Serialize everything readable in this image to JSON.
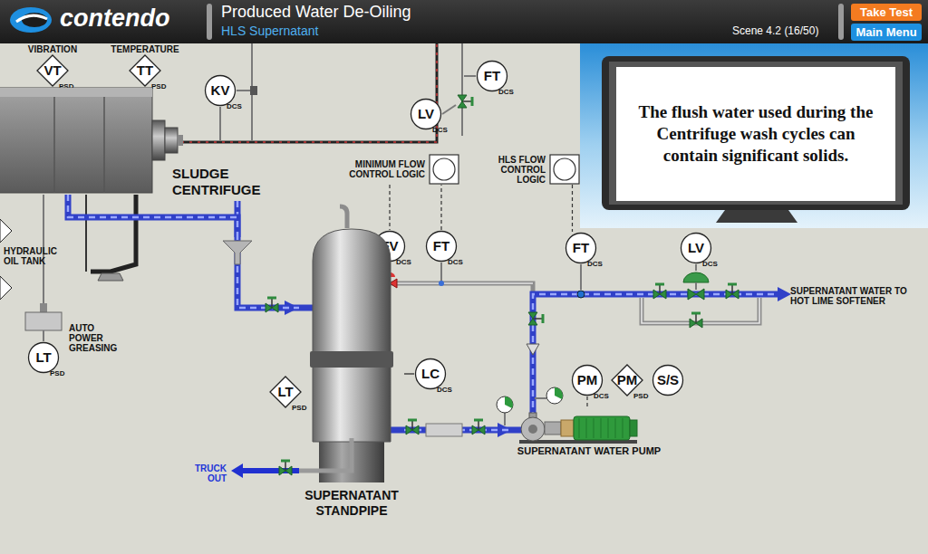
{
  "diagram": {
    "title": "Produced Water De-Oiling",
    "nodes": [
      {
        "text": [
          "Take Test"
        ]
      },
      {
        "text": [
          "Main Menu"
        ]
      },
      {
        "text": [
          "VIBRATION",
          "VT",
          "PSD"
        ]
      },
      {
        "text": [
          "TEMPERATURE",
          "TT",
          "PSD"
        ]
      },
      {
        "text": [
          "KV",
          "DCS"
        ]
      },
      {
        "text": [
          "LV",
          "DCS"
        ]
      },
      {
        "text": [
          "FT",
          "DCS"
        ]
      },
      {
        "text": [
          "SLUDGE CENTRIFUGE"
        ]
      },
      {
        "text": [
          "MINIMUM FLOW CONTROL LOGIC"
        ]
      },
      {
        "text": [
          "HLS FLOW CONTROL LOGIC"
        ]
      },
      {
        "text": [
          "The flush water used during the Centrifuge wash cycles can contain significant solids."
        ]
      },
      {
        "text": [
          "FV",
          "DCS"
        ]
      },
      {
        "text": [
          "FT",
          "DCS"
        ]
      },
      {
        "text": [
          "FT",
          "DCS"
        ]
      },
      {
        "text": [
          "LV",
          "DCS"
        ]
      },
      {
        "text": [
          "LT",
          "PSD"
        ]
      },
      {
        "text": [
          "SUPERNATANT STANDPIPE"
        ]
      },
      {
        "text": [
          "LT",
          "PSD"
        ]
      },
      {
        "text": [
          "LC",
          "DCS"
        ]
      },
      {
        "text": [
          "PM",
          "DCS"
        ]
      },
      {
        "text": [
          "PM",
          "PSD"
        ]
      },
      {
        "text": [
          "S/S"
        ]
      },
      {
        "text": [
          "SUPERNATANT WATER PUMP"
        ]
      }
    ],
    "edges": [
      {
        "from": 12,
        "to": 8,
        "arrow": "none"
      },
      {
        "from": 8,
        "to": 11,
        "arrow": "none"
      },
      {
        "from": 18,
        "to": 16,
        "arrow": "none"
      },
      {
        "from": 16,
        "to": 22,
        "arrow": "to"
      },
      {
        "from": 9,
        "to": 13,
        "arrow": "none"
      },
      {
        "from": 19,
        "to": 22,
        "arrow": "none"
      },
      {
        "from": 7,
        "to": 16,
        "arrow": "to"
      }
    ],
    "labels": [
      "contendo",
      "HLS Supernatant",
      "Scene 4.2 (16/50)",
      "HYDRAULIC OIL TANK",
      "AUTO POWER GREASING",
      "TRUCK OUT",
      "SUPERNATANT WATER TO HOT LIME SOFTENER"
    ]
  }
}
